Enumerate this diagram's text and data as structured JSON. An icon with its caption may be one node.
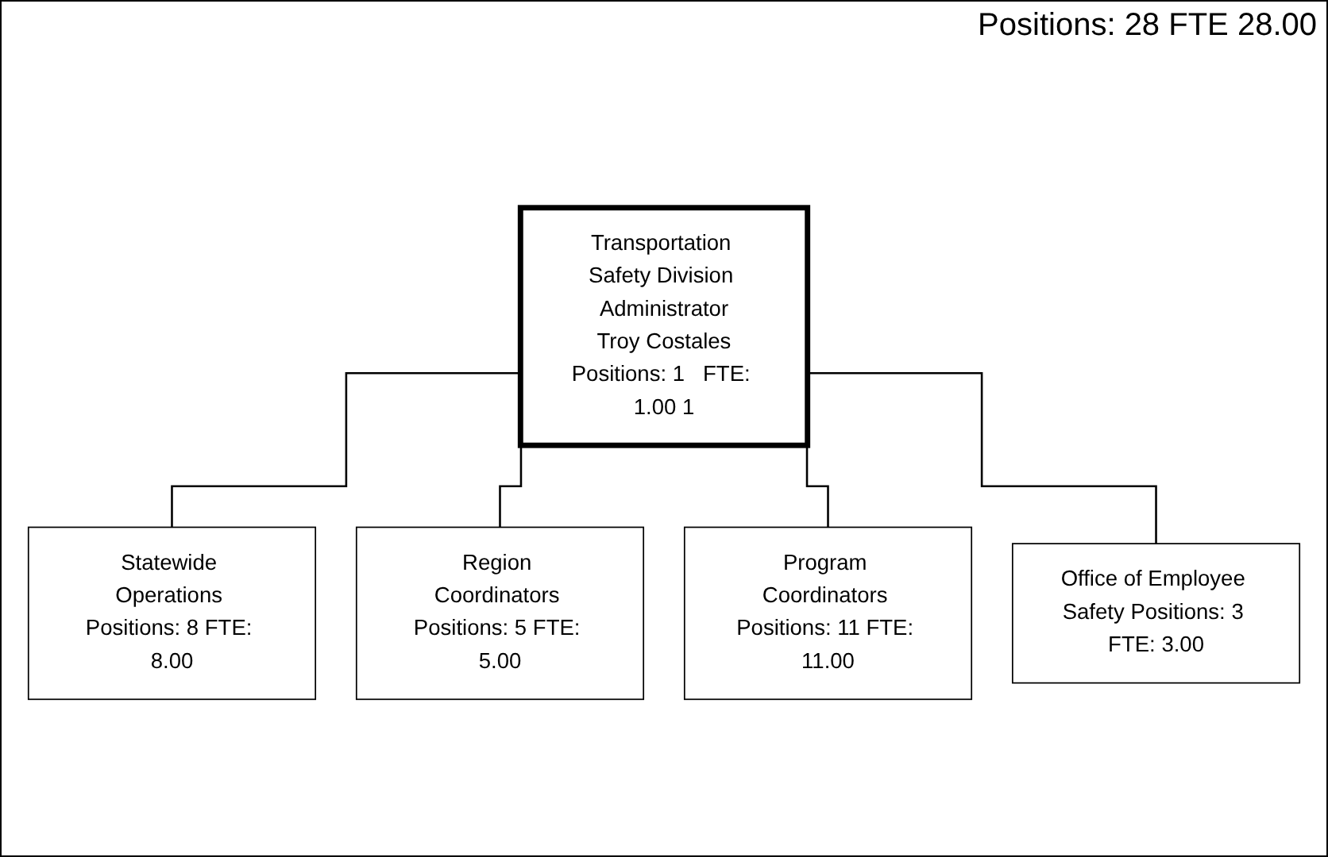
{
  "diagram": {
    "nodes": [
      {
        "text": [
          "Transportation Safety Division Administrator",
          "Troy Costales",
          "Positions: 1   FTE: 1.00 1"
        ]
      },
      {
        "text": [
          "Statewide Operations Positions: 8 FTE: 8.00"
        ]
      },
      {
        "text": [
          "Region Coordinators Positions: 5 FTE: 5.00"
        ]
      },
      {
        "text": [
          "Program Coordinators Positions: 11 FTE: 11.00"
        ]
      },
      {
        "text": [
          "Office of Employee Safety Positions: 3 FTE: 3.00"
        ]
      }
    ],
    "edges": [
      {
        "from": 0,
        "to": 1,
        "arrow": "none"
      },
      {
        "from": 0,
        "to": 2,
        "arrow": "none"
      },
      {
        "from": 0,
        "to": 3,
        "arrow": "none"
      },
      {
        "from": 0,
        "to": 4,
        "arrow": "none"
      }
    ],
    "labels": [
      "Positions: 28 FTE 28.00"
    ]
  }
}
